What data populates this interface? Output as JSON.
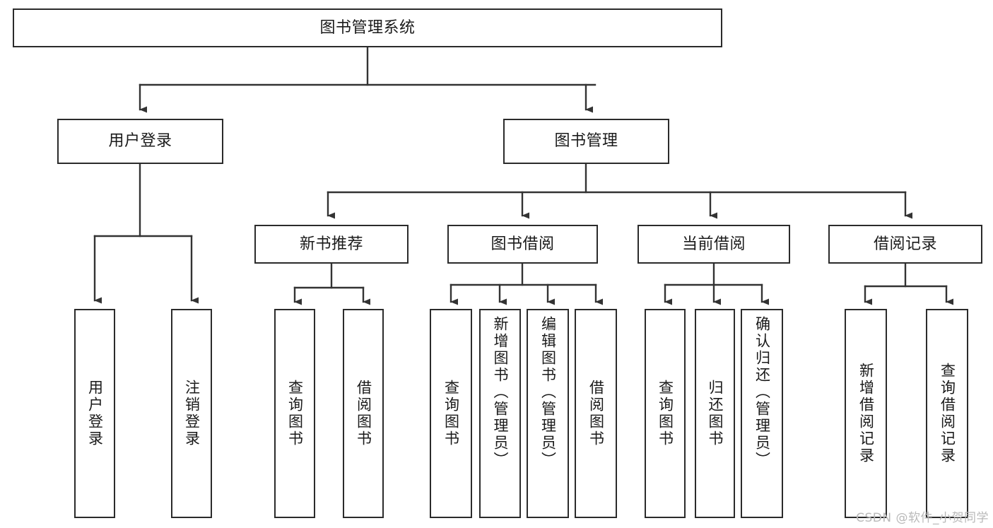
{
  "diagram": {
    "title": "图书管理系统",
    "type": "tree-hierarchy-diagram",
    "watermark": "CSDN @软件_小贺同学",
    "colors": {
      "box_border": "#2b2b2b",
      "connector": "#333333",
      "background": "#ffffff",
      "text": "#1a1a1a",
      "watermark": "#b9b9b9"
    },
    "root": {
      "label": "图书管理系统"
    },
    "level2": [
      {
        "id": "user-login",
        "label": "用户登录"
      },
      {
        "id": "book-manage",
        "label": "图书管理"
      }
    ],
    "level3": [
      {
        "id": "new-book-recommend",
        "label": "新书推荐"
      },
      {
        "id": "book-borrow",
        "label": "图书借阅"
      },
      {
        "id": "current-borrow",
        "label": "当前借阅"
      },
      {
        "id": "borrow-record",
        "label": "借阅记录"
      }
    ],
    "leaves": {
      "user_login": [
        {
          "id": "leaf-user-login",
          "label": "用户登录"
        },
        {
          "id": "leaf-logout-login",
          "label": "注销登录"
        }
      ],
      "new_book_recommend": [
        {
          "id": "leaf-query-book-1",
          "label": "查询图书"
        },
        {
          "id": "leaf-borrow-book-1",
          "label": "借阅图书"
        }
      ],
      "book_borrow": [
        {
          "id": "leaf-query-book-2",
          "label": "查询图书"
        },
        {
          "id": "leaf-add-book",
          "label": "新增图书（管理员）"
        },
        {
          "id": "leaf-edit-book",
          "label": "编辑图书（管理员）"
        },
        {
          "id": "leaf-borrow-book-2",
          "label": "借阅图书"
        }
      ],
      "current_borrow": [
        {
          "id": "leaf-query-book-3",
          "label": "查询图书"
        },
        {
          "id": "leaf-return-book",
          "label": "归还图书"
        },
        {
          "id": "leaf-confirm-return",
          "label": "确认归还（管理员）"
        }
      ],
      "borrow_record": [
        {
          "id": "leaf-add-record",
          "label": "新增借阅记录"
        },
        {
          "id": "leaf-query-record",
          "label": "查询借阅记录"
        }
      ]
    }
  }
}
